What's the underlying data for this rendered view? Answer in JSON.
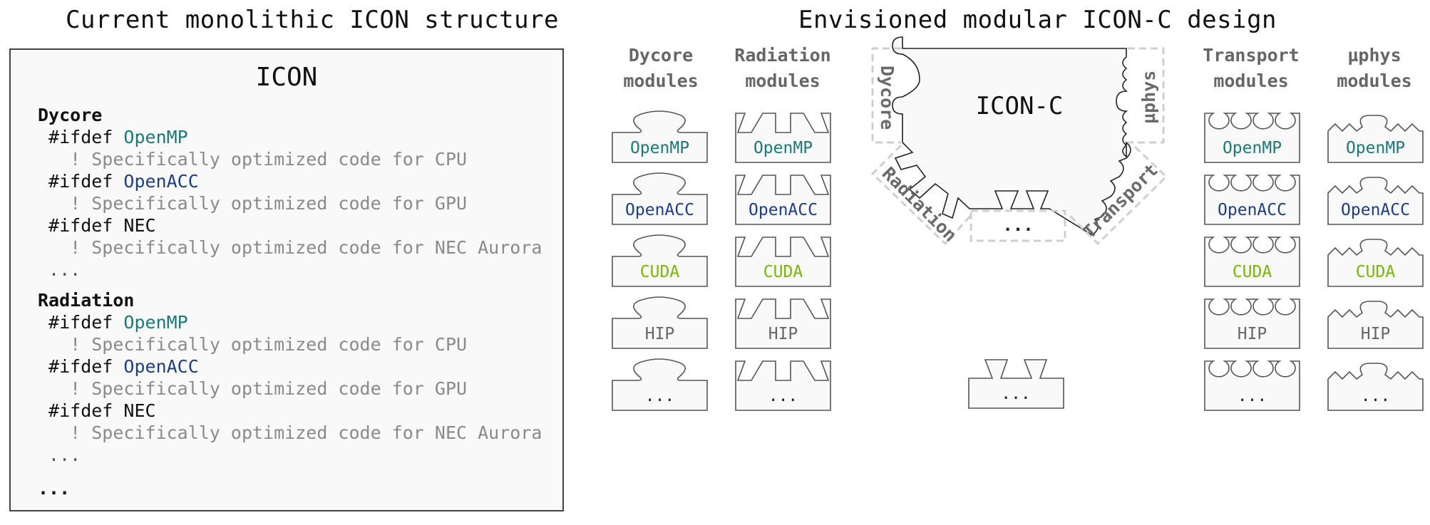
{
  "titles": {
    "left": "Current monolithic ICON structure",
    "right": "Envisioned modular ICON-C design"
  },
  "colors": {
    "openmp": "#1a7a7a",
    "openacc": "#1d3f86",
    "cuda": "#76b900",
    "hip": "#666666",
    "dots": "#222222"
  },
  "monolith": {
    "heading": "ICON",
    "sections": [
      {
        "name": "Dycore",
        "blocks": [
          {
            "directive": "#ifdef ",
            "target": "OpenMP",
            "target_key": "openmp",
            "comment": "! Specifically optimized code for CPU"
          },
          {
            "directive": "#ifdef ",
            "target": "OpenACC",
            "target_key": "openacc",
            "comment": "! Specifically optimized code for GPU"
          },
          {
            "directive": "#ifdef ",
            "target": "NEC",
            "target_key": "plain",
            "comment": "! Specifically optimized code for NEC Aurora"
          }
        ],
        "ellipsis": "..."
      },
      {
        "name": "Radiation",
        "blocks": [
          {
            "directive": "#ifdef ",
            "target": "OpenMP",
            "target_key": "openmp",
            "comment": "! Specifically optimized code for CPU"
          },
          {
            "directive": "#ifdef ",
            "target": "OpenACC",
            "target_key": "openacc",
            "comment": "! Specifically optimized code for GPU"
          },
          {
            "directive": "#ifdef ",
            "target": "NEC",
            "target_key": "plain",
            "comment": "! Specifically optimized code for NEC Aurora"
          }
        ],
        "ellipsis": "..."
      }
    ],
    "trailing_ellipsis": "..."
  },
  "modular": {
    "core_label": "ICON-C",
    "slots": {
      "dycore": "Dycore",
      "radiation": "Radiation",
      "transport": "Transport",
      "muphys": "µphys",
      "other": "..."
    },
    "columns": [
      {
        "key": "dycore",
        "heading": "Dycore\nmodules",
        "connector": "mushroom"
      },
      {
        "key": "radiation",
        "heading": "Radiation\nmodules",
        "connector": "dovetail"
      },
      {
        "key": "transport",
        "heading": "Transport\nmodules",
        "connector": "circles"
      },
      {
        "key": "muphys",
        "heading": "µphys\nmodules",
        "connector": "zigzag-knob"
      }
    ],
    "backends": [
      {
        "label": "OpenMP",
        "color_key": "openmp"
      },
      {
        "label": "OpenACC",
        "color_key": "openacc"
      },
      {
        "label": "CUDA",
        "color_key": "cuda"
      },
      {
        "label": "HIP",
        "color_key": "hip"
      },
      {
        "label": "...",
        "color_key": "dots"
      }
    ],
    "other_module_label": "..."
  }
}
